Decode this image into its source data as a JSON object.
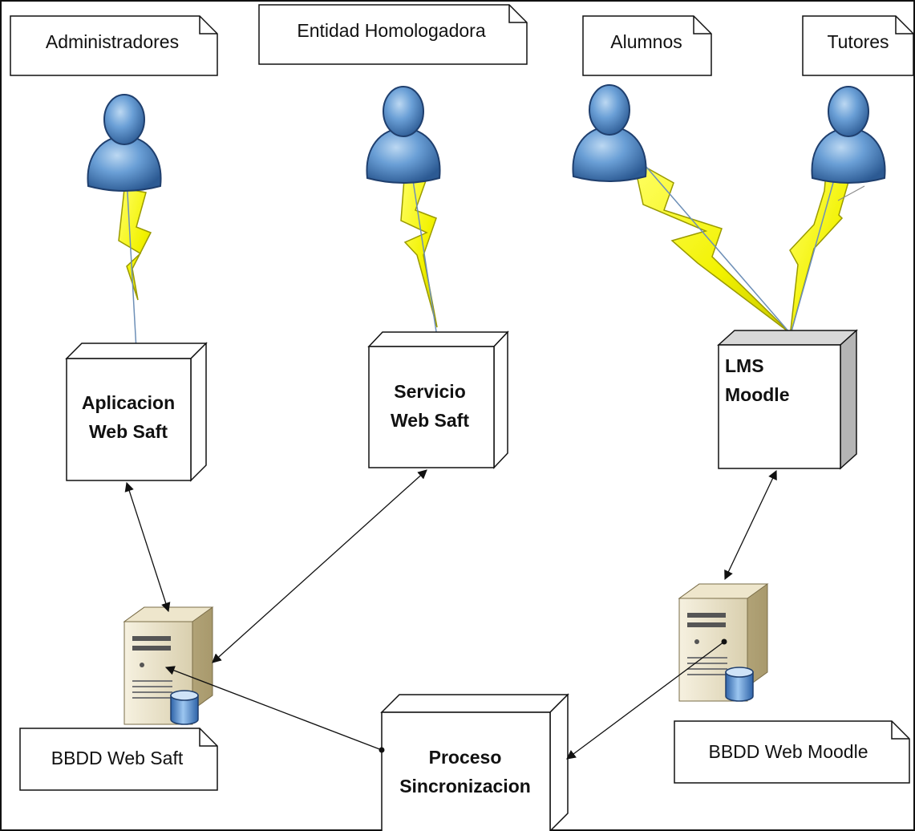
{
  "actors": [
    {
      "id": "administradores",
      "label": "Administradores"
    },
    {
      "id": "entidad",
      "label": "Entidad Homologadora"
    },
    {
      "id": "alumnos",
      "label": "Alumnos"
    },
    {
      "id": "tutores",
      "label": "Tutores"
    }
  ],
  "nodes": {
    "aplicacion": {
      "line1": "Aplicacion",
      "line2": "Web Saft"
    },
    "servicio": {
      "line1": "Servicio",
      "line2": "Web Saft"
    },
    "lms": {
      "line1": "LMS",
      "line2": "Moodle"
    },
    "proceso": {
      "line1": "Proceso",
      "line2": "Sincronizacion"
    }
  },
  "databases": {
    "saft": {
      "label": "BBDD Web Saft"
    },
    "moodle": {
      "label": "BBDD Web Moodle"
    }
  },
  "colors": {
    "person": "#4f86c6",
    "lightning": "#f5f500",
    "server": "#d8cfae",
    "node_shade": "#bdbdbd"
  }
}
